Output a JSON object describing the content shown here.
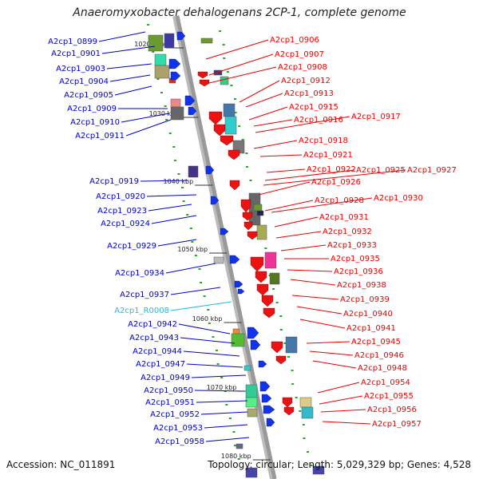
{
  "title": "Anaeromyxobacter dehalogenans 2CP-1, complete genome",
  "footer": {
    "accession": "Accession: NC_011891",
    "summary": "Topology: circular; Length: 5,029,329 bp; Genes: 4,528"
  },
  "colors": {
    "left_label": "#0000cc",
    "right_label": "#ee0000",
    "rna_label": "#22bbdd",
    "backbone": "#999999",
    "tick": "#22aa22"
  },
  "kbp_marks": [
    "1020 kbp",
    "1030 kbp",
    "1040 kbp",
    "1050 kbp",
    "1060 kbp",
    "1070 kbp",
    "1080 kbp"
  ],
  "left_labels": [
    {
      "text": "A2cp1_0899",
      "kind": "gene"
    },
    {
      "text": "A2cp1_0901",
      "kind": "gene"
    },
    {
      "text": "A2cp1_0903",
      "kind": "gene"
    },
    {
      "text": "A2cp1_0904",
      "kind": "gene"
    },
    {
      "text": "A2cp1_0905",
      "kind": "gene"
    },
    {
      "text": "A2cp1_0909",
      "kind": "gene"
    },
    {
      "text": "A2cp1_0910",
      "kind": "gene"
    },
    {
      "text": "A2cp1_0911",
      "kind": "gene"
    },
    {
      "text": "A2cp1_0919",
      "kind": "gene"
    },
    {
      "text": "A2cp1_0920",
      "kind": "gene"
    },
    {
      "text": "A2cp1_0923",
      "kind": "gene"
    },
    {
      "text": "A2cp1_0924",
      "kind": "gene"
    },
    {
      "text": "A2cp1_0929",
      "kind": "gene"
    },
    {
      "text": "A2cp1_0934",
      "kind": "gene"
    },
    {
      "text": "A2cp1_0937",
      "kind": "gene"
    },
    {
      "text": "A2cp1_R0008",
      "kind": "rna"
    },
    {
      "text": "A2cp1_0942",
      "kind": "gene"
    },
    {
      "text": "A2cp1_0943",
      "kind": "gene"
    },
    {
      "text": "A2cp1_0944",
      "kind": "gene"
    },
    {
      "text": "A2cp1_0947",
      "kind": "gene"
    },
    {
      "text": "A2cp1_0949",
      "kind": "gene"
    },
    {
      "text": "A2cp1_0950",
      "kind": "gene"
    },
    {
      "text": "A2cp1_0951",
      "kind": "gene"
    },
    {
      "text": "A2cp1_0952",
      "kind": "gene"
    },
    {
      "text": "A2cp1_0953",
      "kind": "gene"
    },
    {
      "text": "A2cp1_0958",
      "kind": "gene"
    }
  ],
  "right_labels": [
    "A2cp1_0906",
    "A2cp1_0907",
    "A2cp1_0908",
    "A2cp1_0912",
    "A2cp1_0913",
    "A2cp1_0915",
    "A2cp1_0916",
    "A2cp1_0917",
    "A2cp1_0918",
    "A2cp1_0921",
    "A2cp1_0922",
    "A2cp1_0925",
    "A2cp1_0927",
    "A2cp1_0926",
    "A2cp1_0928",
    "A2cp1_0930",
    "A2cp1_0931",
    "A2cp1_0932",
    "A2cp1_0933",
    "A2cp1_0935",
    "A2cp1_0936",
    "A2cp1_0938",
    "A2cp1_0939",
    "A2cp1_0940",
    "A2cp1_0941",
    "A2cp1_0945",
    "A2cp1_0946",
    "A2cp1_0948",
    "A2cp1_0954",
    "A2cp1_0955",
    "A2cp1_0956",
    "A2cp1_0957"
  ]
}
